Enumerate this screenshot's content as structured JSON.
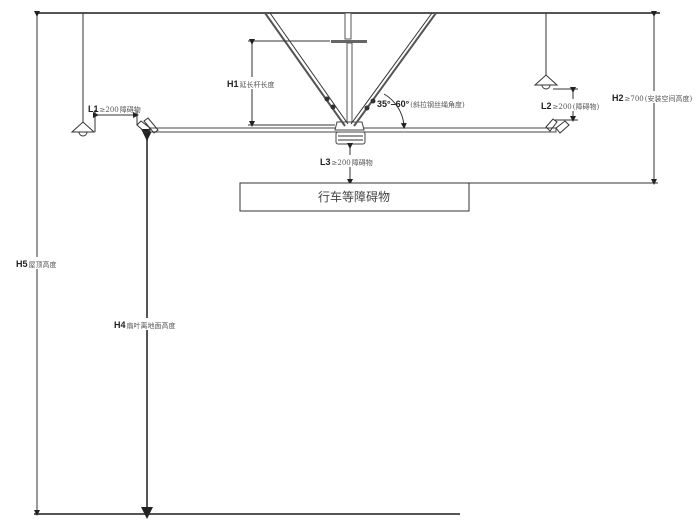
{
  "diagram": {
    "title": "Ceiling fan installation clearance diagram",
    "labels": {
      "h1": {
        "code": "H1",
        "text": "延长杆长度"
      },
      "l1": {
        "code": "L1",
        "rel": "≥200",
        "text": "障碍物"
      },
      "l2": {
        "code": "L2",
        "rel": "≥200",
        "text": "(障碍物)"
      },
      "l3": {
        "code": "L3",
        "rel": "≥200",
        "text": "障碍物"
      },
      "h2": {
        "code": "H2",
        "rel": "≥700",
        "text": "(安装空间高度)"
      },
      "h4": {
        "code": "H4",
        "text": "扇叶离地面高度"
      },
      "h5": {
        "code": "H5",
        "text": "屋顶高度"
      },
      "angle": {
        "value": "35°–60°",
        "text": "(斜拉钢丝绳角度)"
      },
      "obstacle_box": "行车等障碍物"
    }
  }
}
